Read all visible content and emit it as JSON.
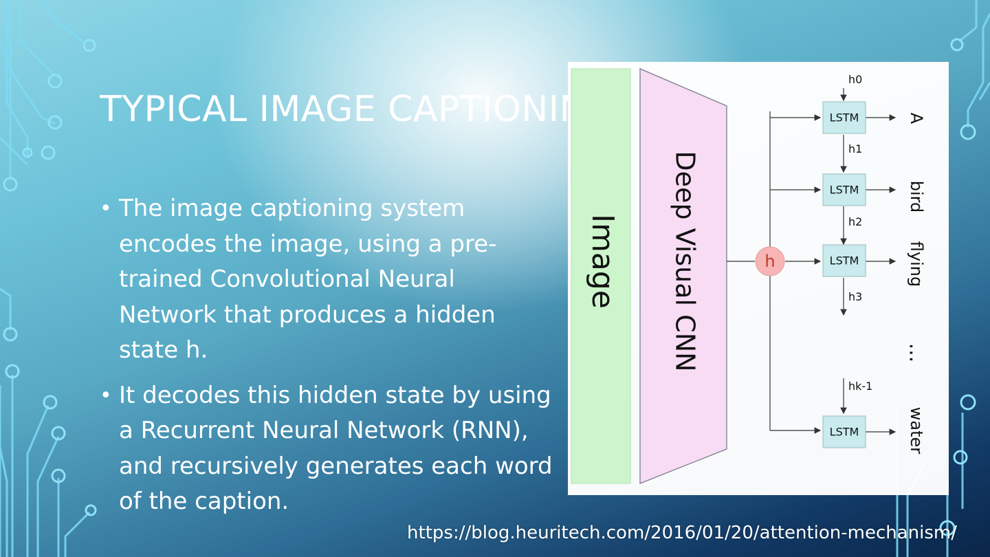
{
  "slide": {
    "title": "TYPICAL IMAGE CAPTIONING",
    "bullets": [
      "The image captioning system encodes the image, using a pre-trained Convolutional Neural Network that produces a hidden state h.",
      "It decodes this hidden state by using a Recurrent Neural Network (RNN), and recursively generates each word of the caption."
    ],
    "source_link": "https://blog.heuritech.com/2016/01/20/attention-mechanism/"
  },
  "diagram": {
    "image_block_label": "Image",
    "cnn_block_label": "Deep Visual CNN",
    "hidden_state_label": "h",
    "lstm_label": "LSTM",
    "hidden_labels": [
      "h0",
      "h1",
      "h2",
      "h3",
      "hk-1"
    ],
    "ellipsis": "...",
    "caption_words": [
      "A",
      "bird",
      "flying",
      "water"
    ],
    "colors": {
      "image_block": "#ccf5cc",
      "cnn_block": "#f7dcf4",
      "lstm_box": "#c9ebee",
      "hidden_node": "#f7b5b5",
      "hidden_text": "#c0392b"
    }
  }
}
